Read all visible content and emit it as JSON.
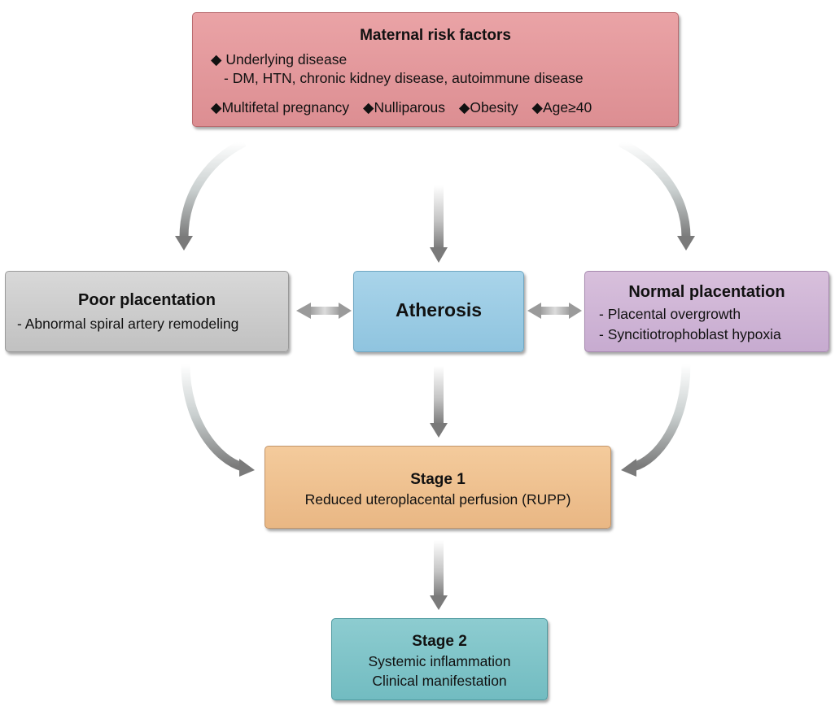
{
  "maternal_risk_factors": {
    "title": "Maternal risk factors",
    "bullet": "◆",
    "underlying_disease": "Underlying disease",
    "underlying_detail": "- DM, HTN, chronic kidney disease, autoimmune disease",
    "factors": [
      "Multifetal pregnancy",
      "Nulliparous",
      "Obesity",
      "Age≥40"
    ]
  },
  "poor_placentation": {
    "title": "Poor placentation",
    "detail": "- Abnormal spiral artery remodeling"
  },
  "atherosis": {
    "title": "Atherosis"
  },
  "normal_placentation": {
    "title": "Normal placentation",
    "details": [
      "- Placental overgrowth",
      "- Syncitiotrophoblast hypoxia"
    ]
  },
  "stage1": {
    "title": "Stage 1",
    "detail": "Reduced uteroplacental perfusion (RUPP)"
  },
  "stage2": {
    "title": "Stage 2",
    "details": [
      "Systemic inflammation",
      "Clinical manifestation"
    ]
  },
  "colors": {
    "arrow": "#7a7a7a",
    "maternal": "#e39a9d",
    "poor": "#cccccc",
    "atherosis": "#9ccde6",
    "normal": "#cfb6d7",
    "stage1": "#efc190",
    "stage2": "#7fc4c9"
  }
}
